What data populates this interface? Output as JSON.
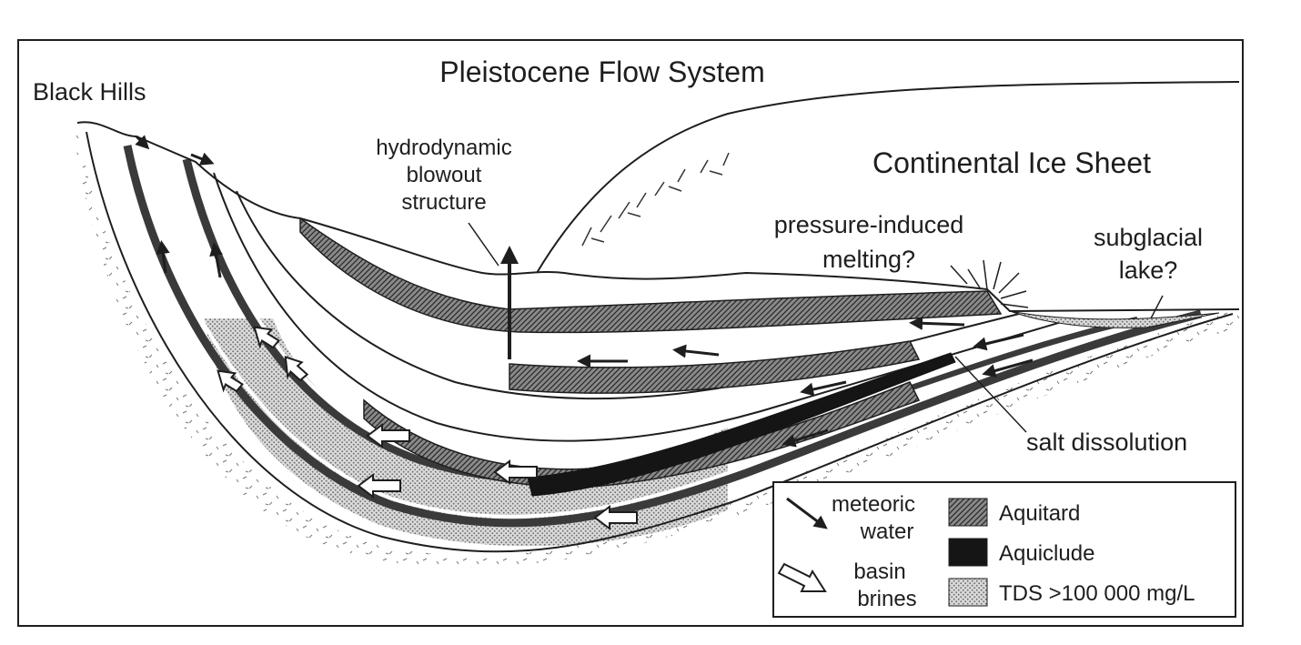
{
  "title": "Pleistocene Flow System",
  "labels": {
    "black_hills": "Black Hills",
    "blowout_line1": "hydrodynamic",
    "blowout_line2": "blowout",
    "blowout_line3": "structure",
    "ice_sheet": "Continental Ice Sheet",
    "melting_line1": "pressure-induced",
    "melting_line2": "melting?",
    "lake_line1": "subglacial",
    "lake_line2": "lake?",
    "salt": "salt dissolution"
  },
  "legend": {
    "meteoric_line1": "meteoric",
    "meteoric_line2": "water",
    "brines_line1": "basin",
    "brines_line2": "brines",
    "aquitard": "Aquitard",
    "aquiclude": "Aquiclude",
    "tds": "TDS >100 000 mg/L"
  }
}
